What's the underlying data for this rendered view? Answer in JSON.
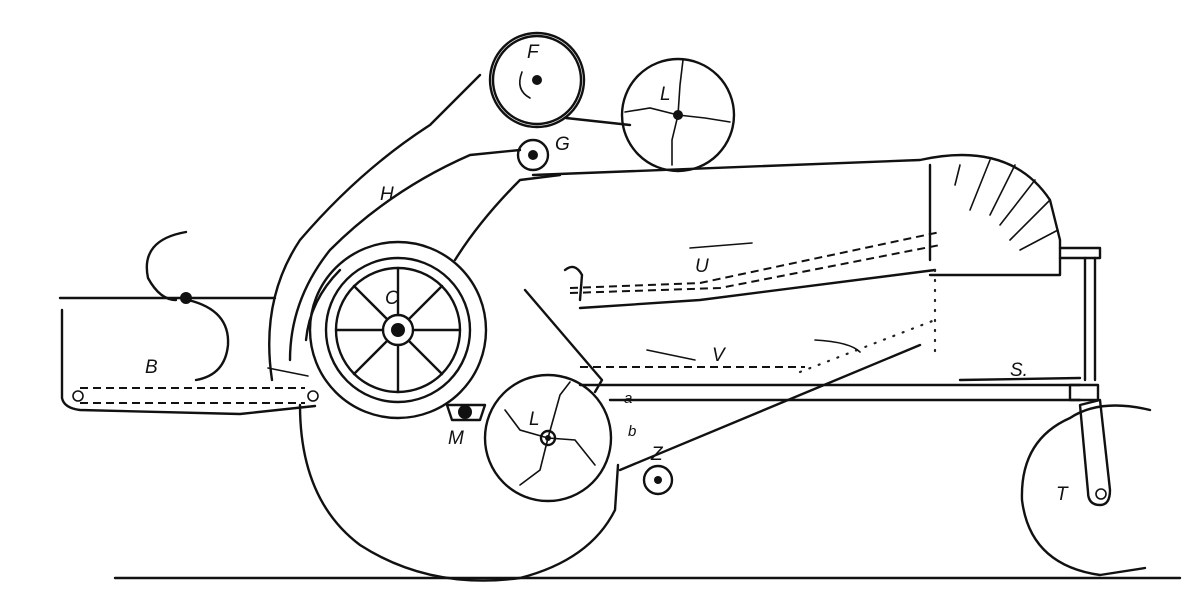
{
  "diagram": {
    "type": "mechanical schematic",
    "subject": "side cross-section of a harvesting/threshing machine",
    "colors": {
      "ink": "#111111",
      "paper": "#ffffff"
    },
    "labels": {
      "B": "B",
      "C": "C",
      "F": "F",
      "G": "G",
      "H": "H",
      "L_top": "L",
      "L_bottom": "L",
      "M": "M",
      "U": "U",
      "V": "V",
      "S": "S.",
      "T": "T",
      "Z": "Z",
      "a": "a",
      "b": "b"
    }
  }
}
